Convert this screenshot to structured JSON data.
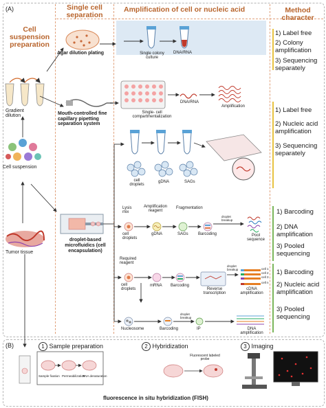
{
  "section_a": {
    "label": "(A)",
    "col_headers": {
      "prep": "Cell suspension preparation",
      "sep": "Single cell separation",
      "amp": "Amplification of cell or nucleic acid",
      "method": "Method character"
    },
    "left": {
      "gradient": "Gradient dilution",
      "suspension": "Cell suspension",
      "tissue": "Tumor tissue"
    },
    "sep": {
      "agar": "Agar dilution plating",
      "mouth": "Mouth-controlled fine capillary pipetting separation system",
      "droplet": "droplet-based microfluidics (cell encapsulation)"
    },
    "row1": {
      "single": "Single colony culture",
      "dna": "DNA/RNA"
    },
    "row2": {
      "comp": "Single- cell compartmentalization",
      "dna": "DNA/RNA",
      "amp": "Amplification"
    },
    "row3": {
      "cell": "cell droplets",
      "gdna": "gDNA",
      "sags": "SAGs"
    },
    "row4": {
      "lysis": "Lysis mix",
      "ampreag": "Amplification reagent",
      "frag": "Fragmentation",
      "cell": "cell droplets",
      "gdna": "gDNA",
      "sags": "SAGs",
      "barcoding": "Barcoding",
      "breakup": "droplet breakup",
      "pool": "Pool sequence"
    },
    "row5": {
      "req": "Required reagent",
      "cell": "cell droplets",
      "mrna": "mRNA",
      "barcoding": "Barcoding",
      "rt": "Reverse transcription",
      "cdna": "cDNA amplification",
      "breakup": "droplet breakup",
      "c1": "cell 1",
      "c2": "cell 2",
      "c3": "cell 3",
      "cn": "cell n"
    },
    "row6": {
      "nuc": "Nucleosome",
      "barcoding": "Barcoding",
      "ip": "IP",
      "dnaamp": "DNA amplification",
      "breakup": "droplet breakup"
    },
    "methods": {
      "m1": [
        "1) Label free",
        "2) Colony amplification",
        "3) Sequencing separately"
      ],
      "m2": [
        "1) Label free",
        "2) Nucleic acid amplification",
        "3) Sequencing separately"
      ],
      "m3": [
        "1) Barcoding",
        "2) DNA amplification",
        "3) Pooled sequencing"
      ],
      "m4": [
        "1) Barcoding",
        "2) Nucleic acid amplification",
        "3) Pooled sequencing"
      ]
    }
  },
  "section_b": {
    "label": "(B)",
    "steps": [
      {
        "num": "1",
        "title": "Sample preparation"
      },
      {
        "num": "2",
        "title": "Hybridization"
      },
      {
        "num": "3",
        "title": "Imaging"
      }
    ],
    "sub": {
      "fix": "Sample fixation",
      "perm": "Permeabilization",
      "denat": "RNA denaturation"
    },
    "probe": "Fluorescent labeled probe",
    "caption": "fluorescence in situ hybridization (FISH)"
  },
  "colors": {
    "accent": "#b8642c",
    "band": "#dde9f4",
    "yellow": "#e8c240",
    "green": "#7ab65a"
  }
}
